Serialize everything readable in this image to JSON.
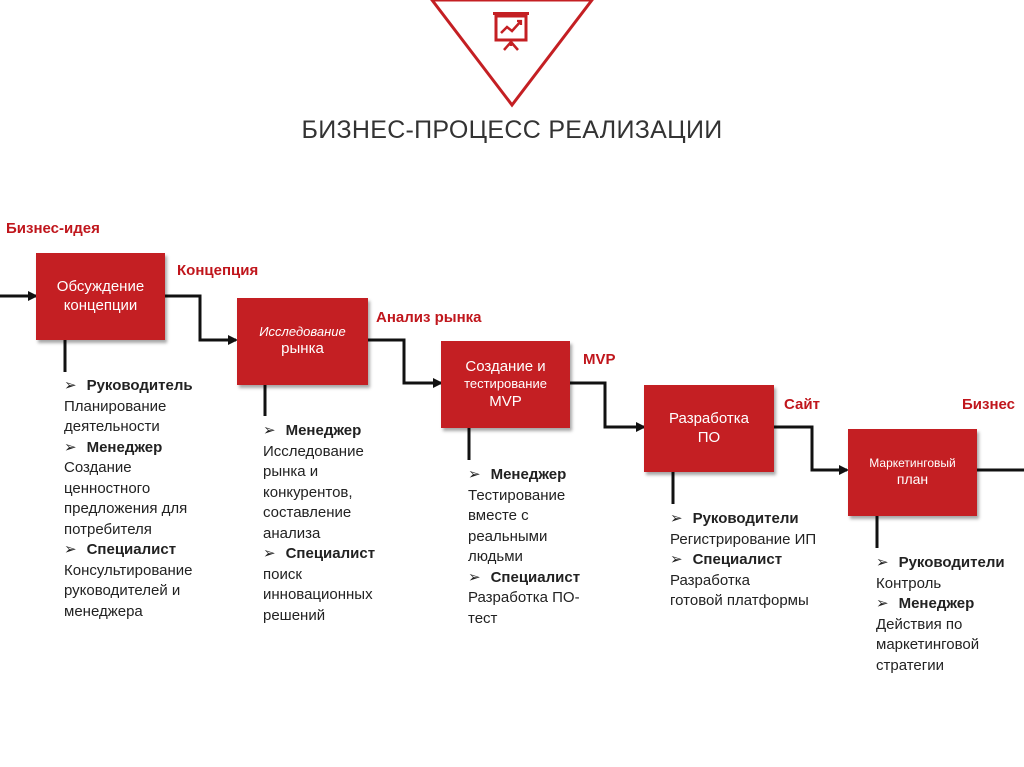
{
  "title": "БИЗНЕС-ПРОЦЕСС РЕАЛИЗАЦИИ",
  "logo_icon": "presentation-chart-icon",
  "colors": {
    "accent": "#c41f23",
    "label": "#c0161c",
    "text": "#222222",
    "title": "#333333"
  },
  "flow_labels": {
    "start": "Бизнес-идея",
    "after_step1": "Концепция",
    "after_step2": "Анализ рынка",
    "after_step3": "MVP",
    "after_step4": "Сайт",
    "end": "Бизнес"
  },
  "steps": [
    {
      "lines": [
        "Обсуждение",
        "концепции"
      ],
      "notes": [
        {
          "role": "Руководитель",
          "text": [
            "Планирование",
            "деятельности"
          ]
        },
        {
          "role": "Менеджер",
          "text": [
            "Создание",
            "ценностного",
            "предложения для",
            "потребителя"
          ]
        },
        {
          "role": "Специалист",
          "text": [
            "Консультирование",
            "руководителей и",
            "менеджера"
          ]
        }
      ]
    },
    {
      "lines": [
        "Исследование",
        "рынка"
      ],
      "notes": [
        {
          "role": "Менеджер",
          "text": [
            "Исследование",
            "рынка и",
            "конкурентов,",
            "составление",
            "анализа"
          ]
        },
        {
          "role": "Специалист",
          "text": [
            "поиск",
            "инновационных",
            "решений"
          ]
        }
      ]
    },
    {
      "lines": [
        "Создание и",
        "тестирование",
        "MVP"
      ],
      "notes": [
        {
          "role": "Менеджер",
          "text": [
            "Тестирование",
            "вместе с",
            "реальными",
            "людьми"
          ]
        },
        {
          "role": "Специалист",
          "text": [
            "Разработка ПО-",
            "тест"
          ]
        }
      ]
    },
    {
      "lines": [
        "Разработка",
        "ПО"
      ],
      "notes": [
        {
          "role": "Руководители",
          "text": [
            "Регистрирование ИП"
          ]
        },
        {
          "role": "Специалист",
          "text": [
            "Разработка",
            "готовой платформы"
          ]
        }
      ]
    },
    {
      "lines": [
        "Маркетинговый",
        "план"
      ],
      "notes": [
        {
          "role": "Руководители",
          "text": [
            "Контроль"
          ]
        },
        {
          "role": "Менеджер",
          "text": [
            "Действия по",
            "маркетинговой",
            "стратегии"
          ]
        }
      ]
    }
  ]
}
